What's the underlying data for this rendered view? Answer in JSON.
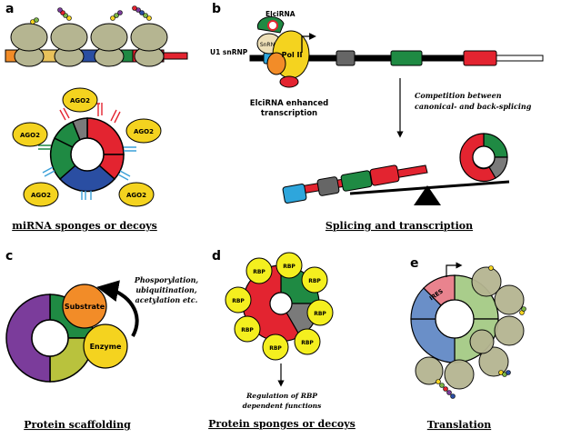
{
  "panels": {
    "a": {
      "letter": "a",
      "ago": [
        "AGO2",
        "AGO2",
        "AGO2",
        "AGO2",
        "AGO2"
      ],
      "caption": "miRNA sponges or decoys"
    },
    "b": {
      "letter": "b",
      "elcirna": "ElciRNA",
      "u1": "U1 snRNP",
      "polii": "Pol II",
      "enh1": "ElciRNA enhanced",
      "enh2": "transcription",
      "comp1": "Competition between",
      "comp2": "canonical- and back-splicing",
      "caption": "Splicing and transcription"
    },
    "c": {
      "letter": "c",
      "substrate": "Substrate",
      "enzyme": "Enzyme",
      "mod1": "Phosporylation,",
      "mod2": "ubiquitination,",
      "mod3": "acetylation etc.",
      "caption": "Protein scaffolding"
    },
    "d": {
      "letter": "d",
      "rbp": "RBP",
      "reg1": "Regulation of RBP",
      "reg2": "dependent functions",
      "caption": "Protein sponges or decoys"
    },
    "e": {
      "letter": "e",
      "ires": "IRES",
      "caption": "Translation"
    },
    "colors": {
      "red": "#e32430",
      "green": "#1f8a43",
      "blue": "#2a4ea2",
      "grey": "#7a7a7a",
      "yellow": "#f4d31f",
      "orange": "#f28c28",
      "purple": "#7b3c9b",
      "olive": "#b9c23d",
      "ribosome": "#b5b591",
      "cyan": "#2ea6dc",
      "lightgreen": "#a9cd8b",
      "pink": "#e9838e",
      "steelblue": "#6a8fc8"
    }
  }
}
